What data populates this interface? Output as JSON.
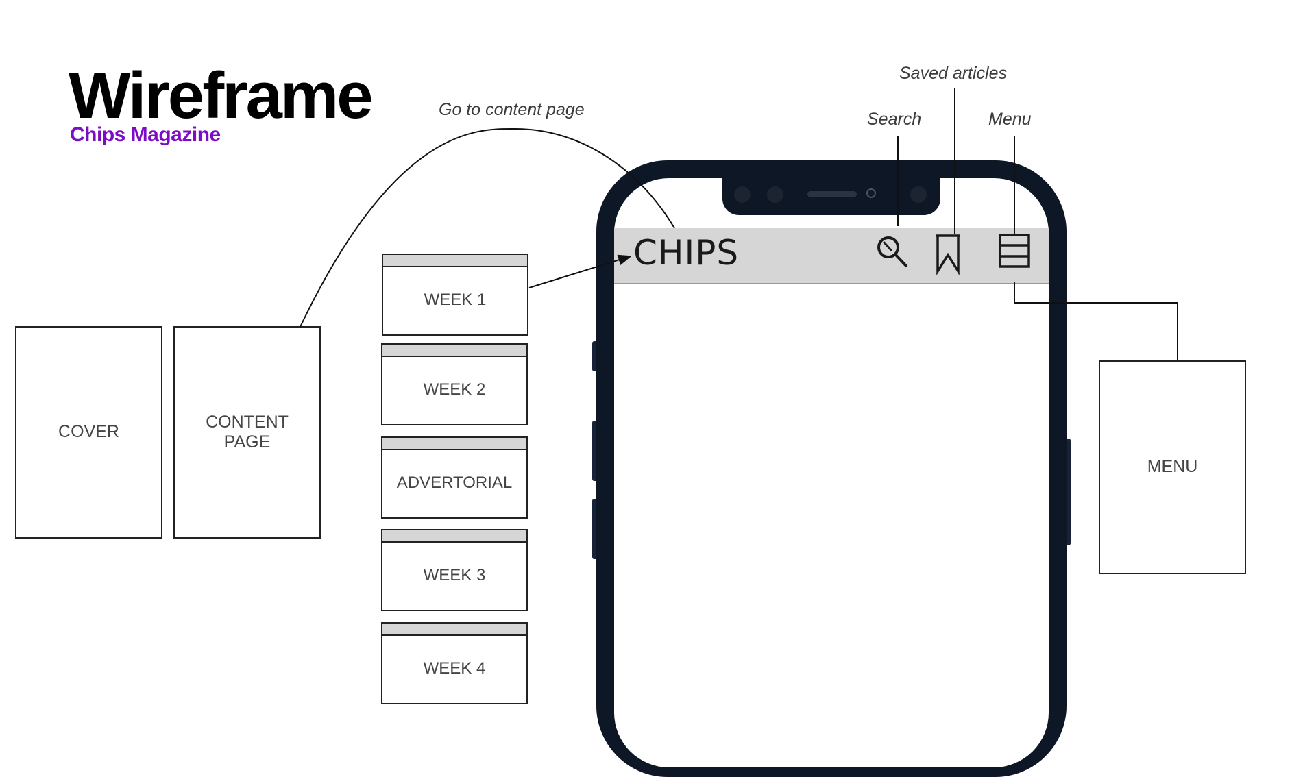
{
  "header": {
    "title": "Wireframe",
    "subtitle": "Chips Magazine"
  },
  "annotations": {
    "go_to_content": "Go to content page",
    "saved_articles": "Saved articles",
    "search": "Search",
    "menu": "Menu"
  },
  "pages": {
    "cover": "COVER",
    "content_page_line1": "CONTENT",
    "content_page_line2": "PAGE",
    "menu": "MENU"
  },
  "weeks": [
    "WEEK 1",
    "WEEK 2",
    "ADVERTORIAL",
    "WEEK 3",
    "WEEK 4"
  ],
  "app": {
    "logo": "CHIPS",
    "icons": [
      "search-icon",
      "bookmark-icon",
      "menu-icon"
    ]
  },
  "colors": {
    "subtitle": "#7c0dc4",
    "phone_frame": "#0d1726",
    "header_bar": "#d6d6d6"
  }
}
